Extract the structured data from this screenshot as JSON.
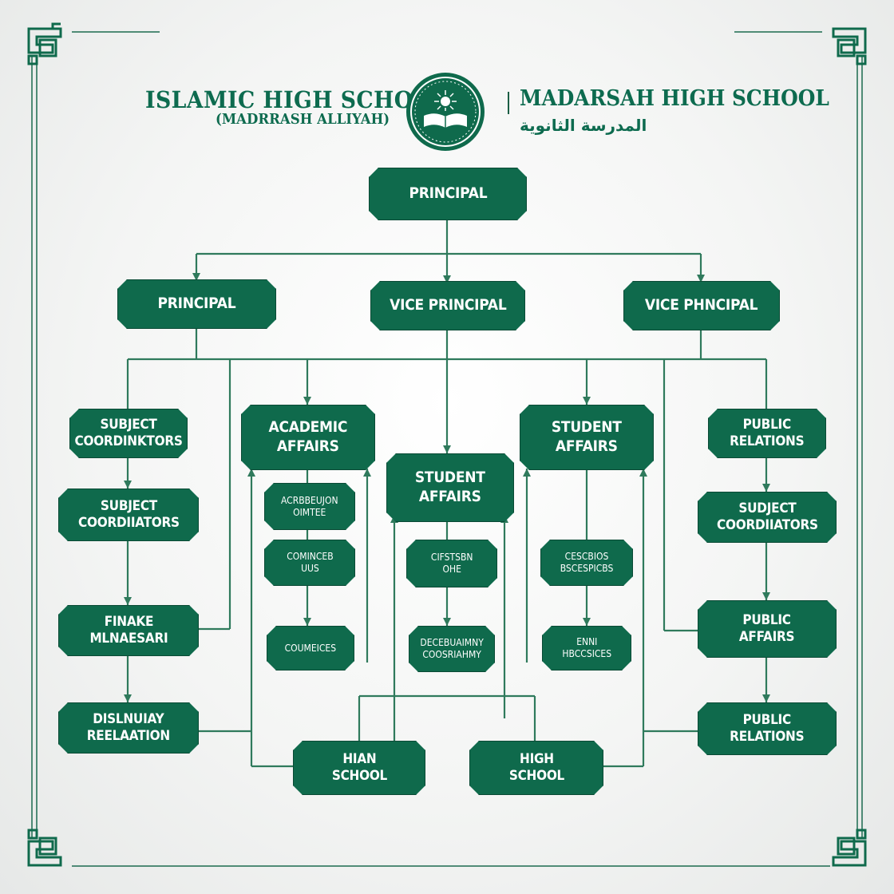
{
  "header": {
    "left_title": "ISLAMIC HIGH SCHOOL",
    "left_subtitle": "(MADRRASH ALLIYAH)",
    "right_title": "MADARSAH HIGH SCHOOL",
    "right_subtitle_arabic": "المدرسة الثانوية"
  },
  "colors": {
    "primary": "#0f6a4c",
    "line": "#2f7a5c",
    "background": "#f2f3f2"
  },
  "boxes": {
    "top_principal": "PRINCIPAL",
    "principal": "PRINCIPAL",
    "vice_principal_center": "VICE PRINCIPAL",
    "vice_principal_right": "VICE PHNCIPAL",
    "subject_coordinators_1": "SUBJECT\nCOORDINKTORS",
    "subject_coordinators_2": "SUBJECT\nCOORDIIATORS",
    "finance_management": "FINAKE\nMLNAESARI",
    "disciplinary_relation": "DISLNUIAY\nREELAATION",
    "academic_affairs": "ACADEMIC\nAFFAIRS",
    "admission_office": "ACRBBEUJON\nOIMTEE",
    "counseling": "COMINCEB\nUUS",
    "counselors": "COUMEICES",
    "student_affairs_center": "STUDENT\nAFFAIRS",
    "student_services": "CIFSTSBN\nOHE",
    "disciplinary_center": "DECEBUAIMNY\nCOOSRIAHMY",
    "student_affairs_right": "STUDENT\nAFFAIRS",
    "special_services": "CESCBIOS\nBSCESPICBS",
    "new_resources": "ENNI\nHBCCSICES",
    "public_relations_1": "PUBLIC\nRELATIONS",
    "subject_coordinators_right": "SUDJECT\nCOORDIIATORS",
    "public_affairs": "PUBLIC\nAFFAIRS",
    "public_relations_2": "PUBLIC\nRELATIONS",
    "high_school_left": "HIAN\nSCHOOL",
    "high_school_right": "HIGH\nSCHOOL"
  }
}
